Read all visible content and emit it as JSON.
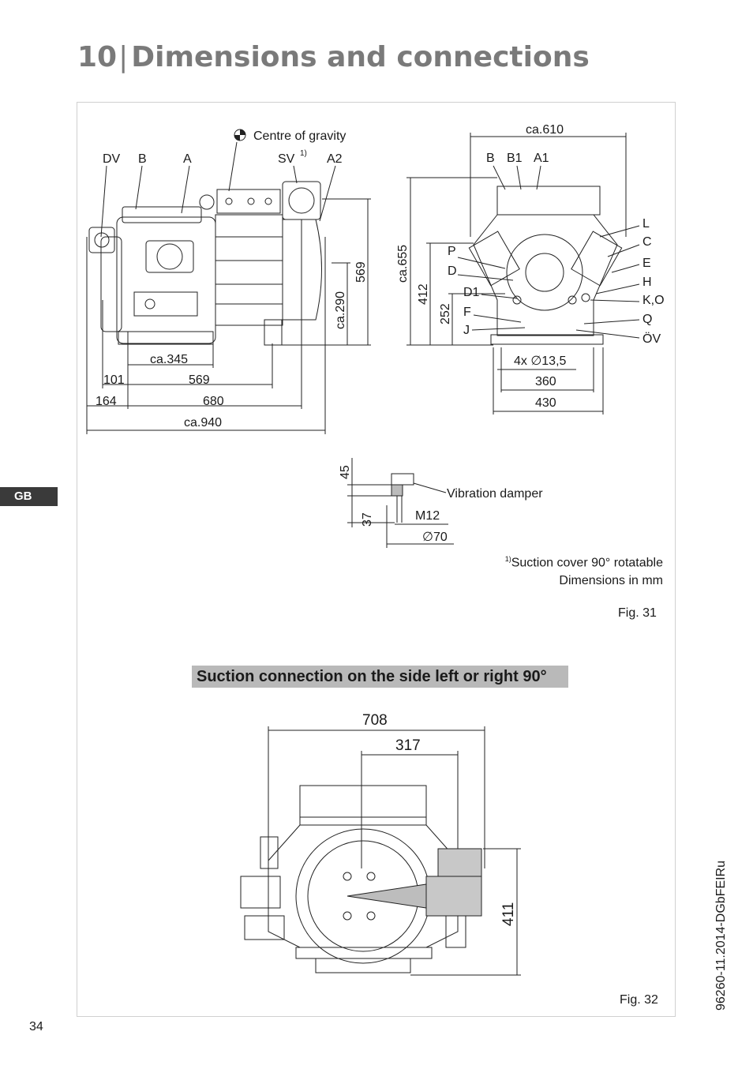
{
  "header": {
    "chapter_number": "10",
    "chapter_title": "Dimensions and connections"
  },
  "sidebar": {
    "language_tab": "GB"
  },
  "footer": {
    "page_number": "34",
    "document_id": "96260-11.2014-DGbFEIRu"
  },
  "fig31": {
    "caption": "Fig. 31",
    "centre_of_gravity": "Centre of gravity",
    "side_labels": {
      "dv": "DV",
      "b": "B",
      "a": "A",
      "sv": "SV",
      "sv_sup": "1)",
      "a2": "A2"
    },
    "side_dims": {
      "d569v": "569",
      "ca290": "ca.290",
      "ca345": "ca.345",
      "d101": "101",
      "d569h": "569",
      "d164": "164",
      "d680": "680",
      "ca940": "ca.940"
    },
    "front_labels": {
      "b": "B",
      "b1": "B1",
      "a1": "A1",
      "p": "P",
      "d": "D",
      "d1": "D1",
      "f": "F",
      "j": "J",
      "l": "L",
      "c": "C",
      "e": "E",
      "h": "H",
      "ko": "K,O",
      "q": "Q",
      "ov": "ÖV"
    },
    "front_dims": {
      "ca610": "ca.610",
      "ca655": "ca.655",
      "d412": "412",
      "d252": "252",
      "holes": "4x ∅13,5",
      "d360": "360",
      "d430": "430"
    },
    "damper": {
      "label": "Vibration damper",
      "d45": "45",
      "d37": "37",
      "thread": "M12",
      "dia": "∅70"
    },
    "note_sup": "1)",
    "note_line1": "Suction cover 90° rotatable",
    "note_line2": "Dimensions in mm"
  },
  "section_title": "Suction connection on the side left or right 90°",
  "fig32": {
    "caption": "Fig. 32",
    "d708": "708",
    "d317": "317",
    "d411": "411"
  }
}
